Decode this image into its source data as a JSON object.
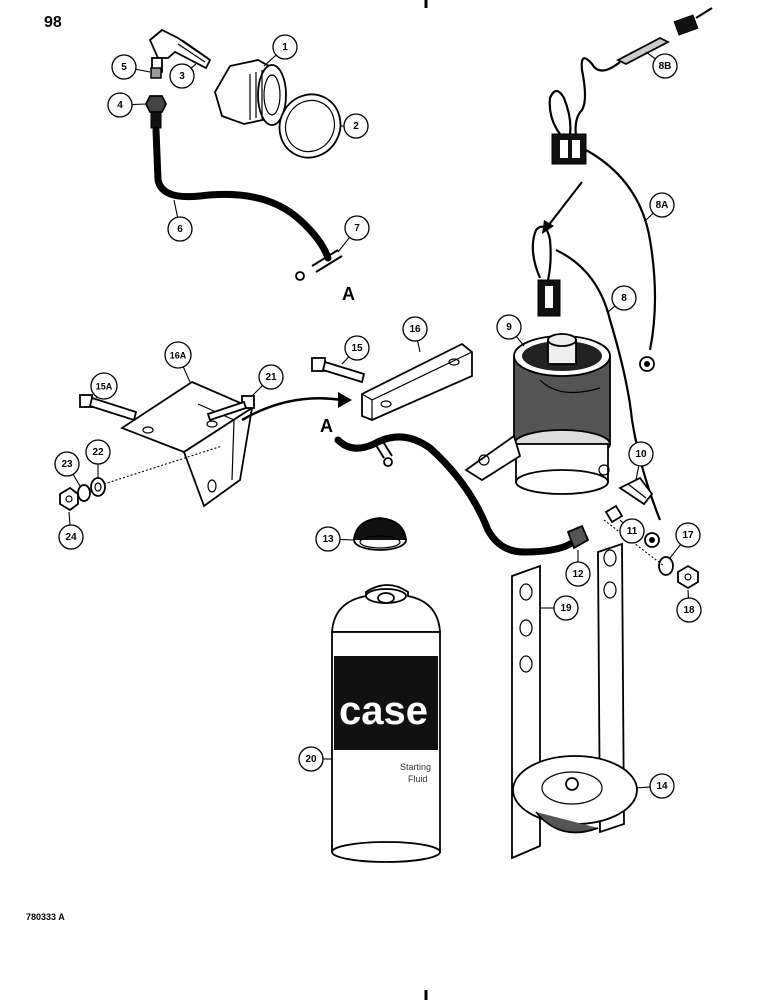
{
  "page_number": "98",
  "figure_code": "780333 A",
  "ref_letters": [
    "A",
    "A"
  ],
  "can_brand": "case",
  "can_text": [
    "Starting",
    "Fluid"
  ],
  "callouts": [
    "1",
    "2",
    "3",
    "4",
    "5",
    "6",
    "7",
    "8B",
    "8A",
    "8",
    "9",
    "10",
    "11",
    "12",
    "13",
    "14",
    "15",
    "15A",
    "16",
    "16A",
    "17",
    "18",
    "19",
    "20",
    "21",
    "22",
    "23",
    "24"
  ]
}
